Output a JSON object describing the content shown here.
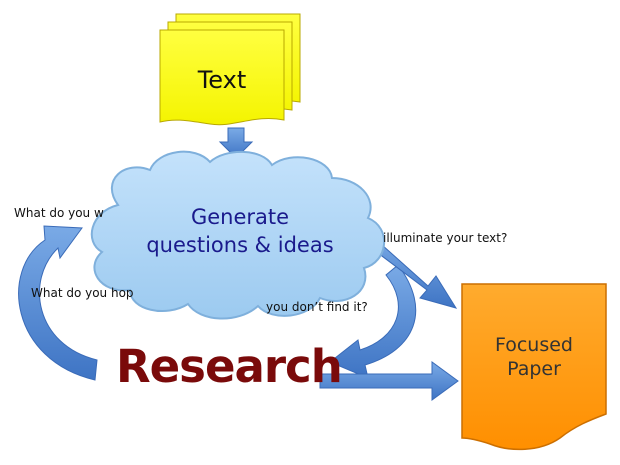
{
  "nodes": {
    "text_doc": {
      "label": "Text"
    },
    "cloud": {
      "line1": "Generate",
      "line2": "questions & ideas"
    },
    "research": {
      "label": "Research"
    },
    "paper": {
      "line1": "Focused",
      "line2": "Paper"
    }
  },
  "questions": {
    "q1": "What do you w",
    "q2": "illuminate your text?",
    "q3": "What do you hop",
    "q4": "you don’t find it?"
  },
  "colors": {
    "sticky_fill": "#ffff00",
    "sticky_stroke": "#b8a800",
    "cloud_fill": "#a8d0f0",
    "cloud_stroke": "#8ab8e0",
    "cloud_text": "#1a1a8c",
    "research_text": "#7a0a0a",
    "paper_fill": "#ff9900",
    "paper_stroke": "#cc6f00",
    "arrow_fill": "#5b8fd6"
  }
}
